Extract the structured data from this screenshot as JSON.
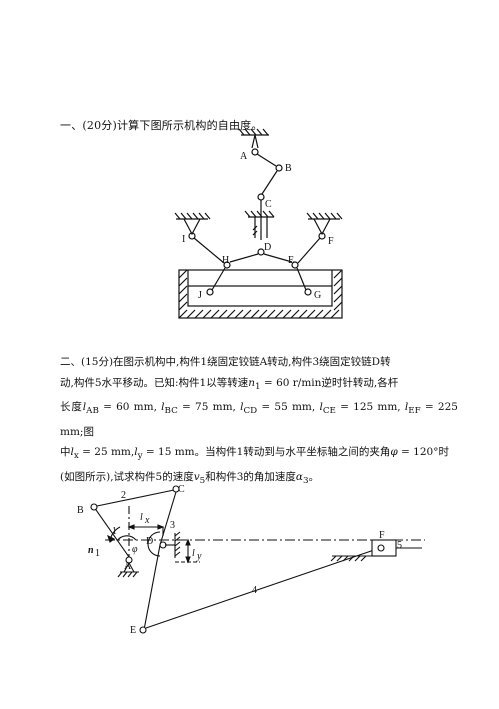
{
  "problem1": {
    "text": "一、(20分)计算下图所示机构的自由度。",
    "labels": {
      "A": "A",
      "B": "B",
      "C": "C",
      "D": "D",
      "E": "E",
      "F": "F",
      "G": "G",
      "H": "H",
      "I": "I",
      "J": "J"
    }
  },
  "problem2": {
    "line1": "二、(15分)在图示机构中,构件1绕固定铰链A转动,构件3绕固定铰链D转",
    "line2a": "动,构件5水平移动。已知:构件1以等转速",
    "n1": "n",
    "n1_sub": "1",
    "n1_val": " = 60 r/min",
    "line2b": "逆时针转动,各杆",
    "line3a": "长度",
    "lAB": "l",
    "lAB_sub": "AB",
    "lAB_val": " = 60 mm,",
    "lBC": "l",
    "lBC_sub": "BC",
    "lBC_val": " = 75 mm,",
    "lCD": "l",
    "lCD_sub": "CD",
    "lCD_val": " = 55 mm,",
    "lCE": "l",
    "lCE_sub": "CE",
    "lCE_val": " = 125 mm,",
    "lEF": "l",
    "lEF_sub": "EF",
    "lEF_val": " = 225 mm;图",
    "line4a": "中",
    "lx": "l",
    "lx_sub": "x",
    "lx_val": " = 25 mm,",
    "ly": "l",
    "ly_sub": "y",
    "ly_val": " = 15 mm",
    "line4b": "。当构件1转动到与水平坐标轴之间的夹角",
    "phi": "φ",
    "phi_val": " = 120°",
    "line4c": "时",
    "line5a": "(如图所示),试求构件5的速度",
    "v5": "v",
    "v5_sub": "5",
    "line5b": "和构件3的角加速度",
    "a3": "α",
    "a3_sub": "3",
    "line5c": "。",
    "labels": {
      "A": "A",
      "B": "B",
      "C": "C",
      "D": "D",
      "E": "E",
      "F": "F",
      "link1": "1",
      "link2": "2",
      "link3": "3",
      "link4": "4",
      "link5": "5",
      "phi": "φ",
      "n": "n",
      "n_sub": "1",
      "lx": "l",
      "lx_sub": "x",
      "ly": "l",
      "ly_sub": "y"
    }
  }
}
